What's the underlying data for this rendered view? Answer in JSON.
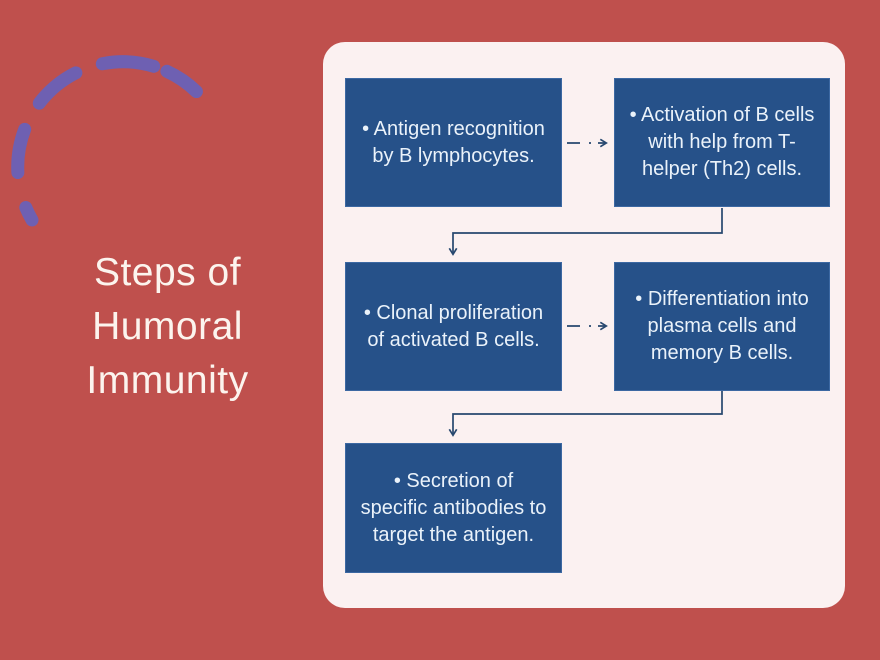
{
  "slide": {
    "title": {
      "lines": [
        "Steps of",
        "Humoral",
        "Immunity"
      ]
    },
    "panel": {
      "boxes": [
        {
          "id": 1,
          "text": "• Antigen recognition by B lymphocytes."
        },
        {
          "id": 2,
          "text": "• Activation of B cells with help from T-helper (Th2) cells."
        },
        {
          "id": 3,
          "text": "• Clonal proliferation of activated B cells."
        },
        {
          "id": 4,
          "text": "• Differentiation into plasma cells and memory B cells."
        },
        {
          "id": 5,
          "text": "• Secretion of specific antibodies to target the antigen."
        }
      ],
      "connectors": [
        {
          "from": 1,
          "to": 2,
          "style": "dashed-horizontal-arrow"
        },
        {
          "from": 2,
          "to": 3,
          "style": "solid-elbow-arrow"
        },
        {
          "from": 3,
          "to": 4,
          "style": "dashed-horizontal-arrow"
        },
        {
          "from": 4,
          "to": 5,
          "style": "solid-elbow-arrow"
        }
      ]
    },
    "colors": {
      "background": "#bf504d",
      "panel": "#fbf1f1",
      "box_fill": "#265189",
      "box_border": "#3c68a2",
      "box_text": "#eaf2fa",
      "title_text": "#fcf4ee",
      "connector": "#27486f",
      "arc_decoration": "#6e60b2"
    }
  }
}
